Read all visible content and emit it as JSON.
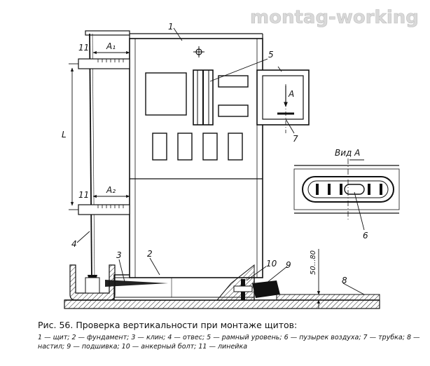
{
  "watermark": "montag-working",
  "labels": {
    "n1": "1",
    "n2": "2",
    "n3": "3",
    "n4": "4",
    "n5": "5",
    "n6": "6",
    "n7": "7",
    "n8": "8",
    "n9": "9",
    "n10": "10",
    "n11_top": "11",
    "n11_bottom": "11",
    "dim_a1": "A₁",
    "dim_a2": "A₂",
    "dim_l": "L",
    "view_arrow": "A",
    "view_title": "Вид А",
    "dim_50_80": "50...80"
  },
  "caption": {
    "title": "Рис. 56. Проверка вертикальности при монтаже щитов:",
    "legend": "1 — щит; 2 — фундамент; 3 — клин; 4 — отвес; 5 — рамный уровень; 6 — пузырек воздуха; 7 — трубка; 8 — настил; 9 — подшивка; 10 — анкерный болт; 11 — линейка"
  }
}
